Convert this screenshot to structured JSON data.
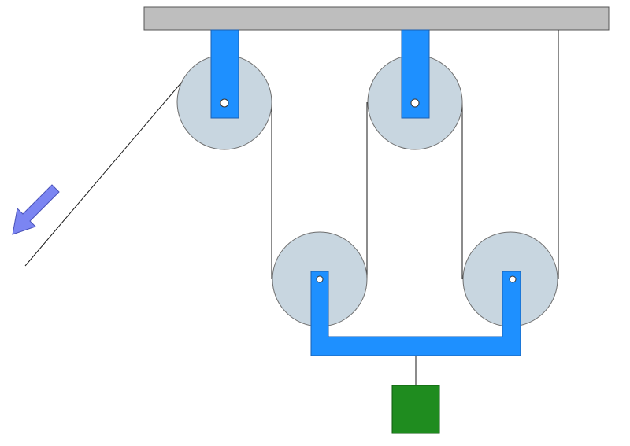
{
  "diagram": {
    "kind": "pulley-system",
    "fixed_pulleys": 2,
    "movable_pulleys": 2,
    "pull_direction": "down-left",
    "colors": {
      "background": "#ffffff",
      "ceiling_fill": "#bebebe",
      "ceiling_stroke": "#555555",
      "pulley_fill": "#c8d6e0",
      "pulley_stroke": "#6e6e6e",
      "bracket_fill": "#1e90ff",
      "bracket_stroke": "#1a5fb0",
      "rope": "#1a1a1a",
      "weight_fill": "#1f8c1f",
      "weight_stroke": "#0f5a0f",
      "arrow_fill": "#7b85f2",
      "arrow_stroke": "#4a52b8",
      "axle": "#ffffff"
    }
  }
}
